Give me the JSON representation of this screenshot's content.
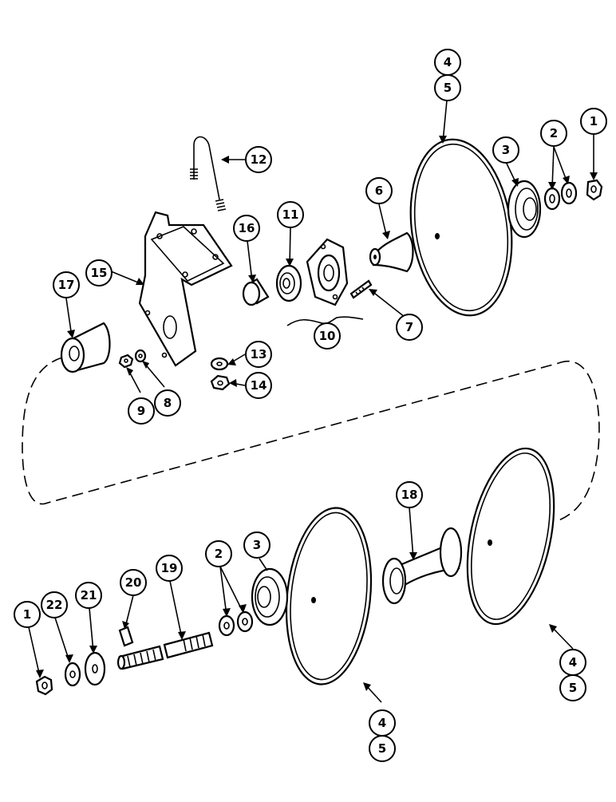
{
  "diagram": {
    "callouts": [
      {
        "id": "c1a",
        "label": "1"
      },
      {
        "id": "c2a",
        "label": "2"
      },
      {
        "id": "c3a",
        "label": "3"
      },
      {
        "id": "c4a",
        "label": "4"
      },
      {
        "id": "c5a",
        "label": "5"
      },
      {
        "id": "c6",
        "label": "6"
      },
      {
        "id": "c7",
        "label": "7"
      },
      {
        "id": "c8",
        "label": "8"
      },
      {
        "id": "c9",
        "label": "9"
      },
      {
        "id": "c10",
        "label": "10"
      },
      {
        "id": "c11",
        "label": "11"
      },
      {
        "id": "c12",
        "label": "12"
      },
      {
        "id": "c13",
        "label": "13"
      },
      {
        "id": "c14",
        "label": "14"
      },
      {
        "id": "c15",
        "label": "15"
      },
      {
        "id": "c16",
        "label": "16"
      },
      {
        "id": "c17",
        "label": "17"
      },
      {
        "id": "c18",
        "label": "18"
      },
      {
        "id": "c19",
        "label": "19"
      },
      {
        "id": "c20",
        "label": "20"
      },
      {
        "id": "c21",
        "label": "21"
      },
      {
        "id": "c22",
        "label": "22"
      },
      {
        "id": "c1b",
        "label": "1"
      },
      {
        "id": "c2b",
        "label": "2"
      },
      {
        "id": "c3b",
        "label": "3"
      },
      {
        "id": "c4b",
        "label": "4"
      },
      {
        "id": "c5b",
        "label": "5"
      },
      {
        "id": "c4c",
        "label": "4"
      },
      {
        "id": "c5c",
        "label": "5"
      }
    ]
  }
}
